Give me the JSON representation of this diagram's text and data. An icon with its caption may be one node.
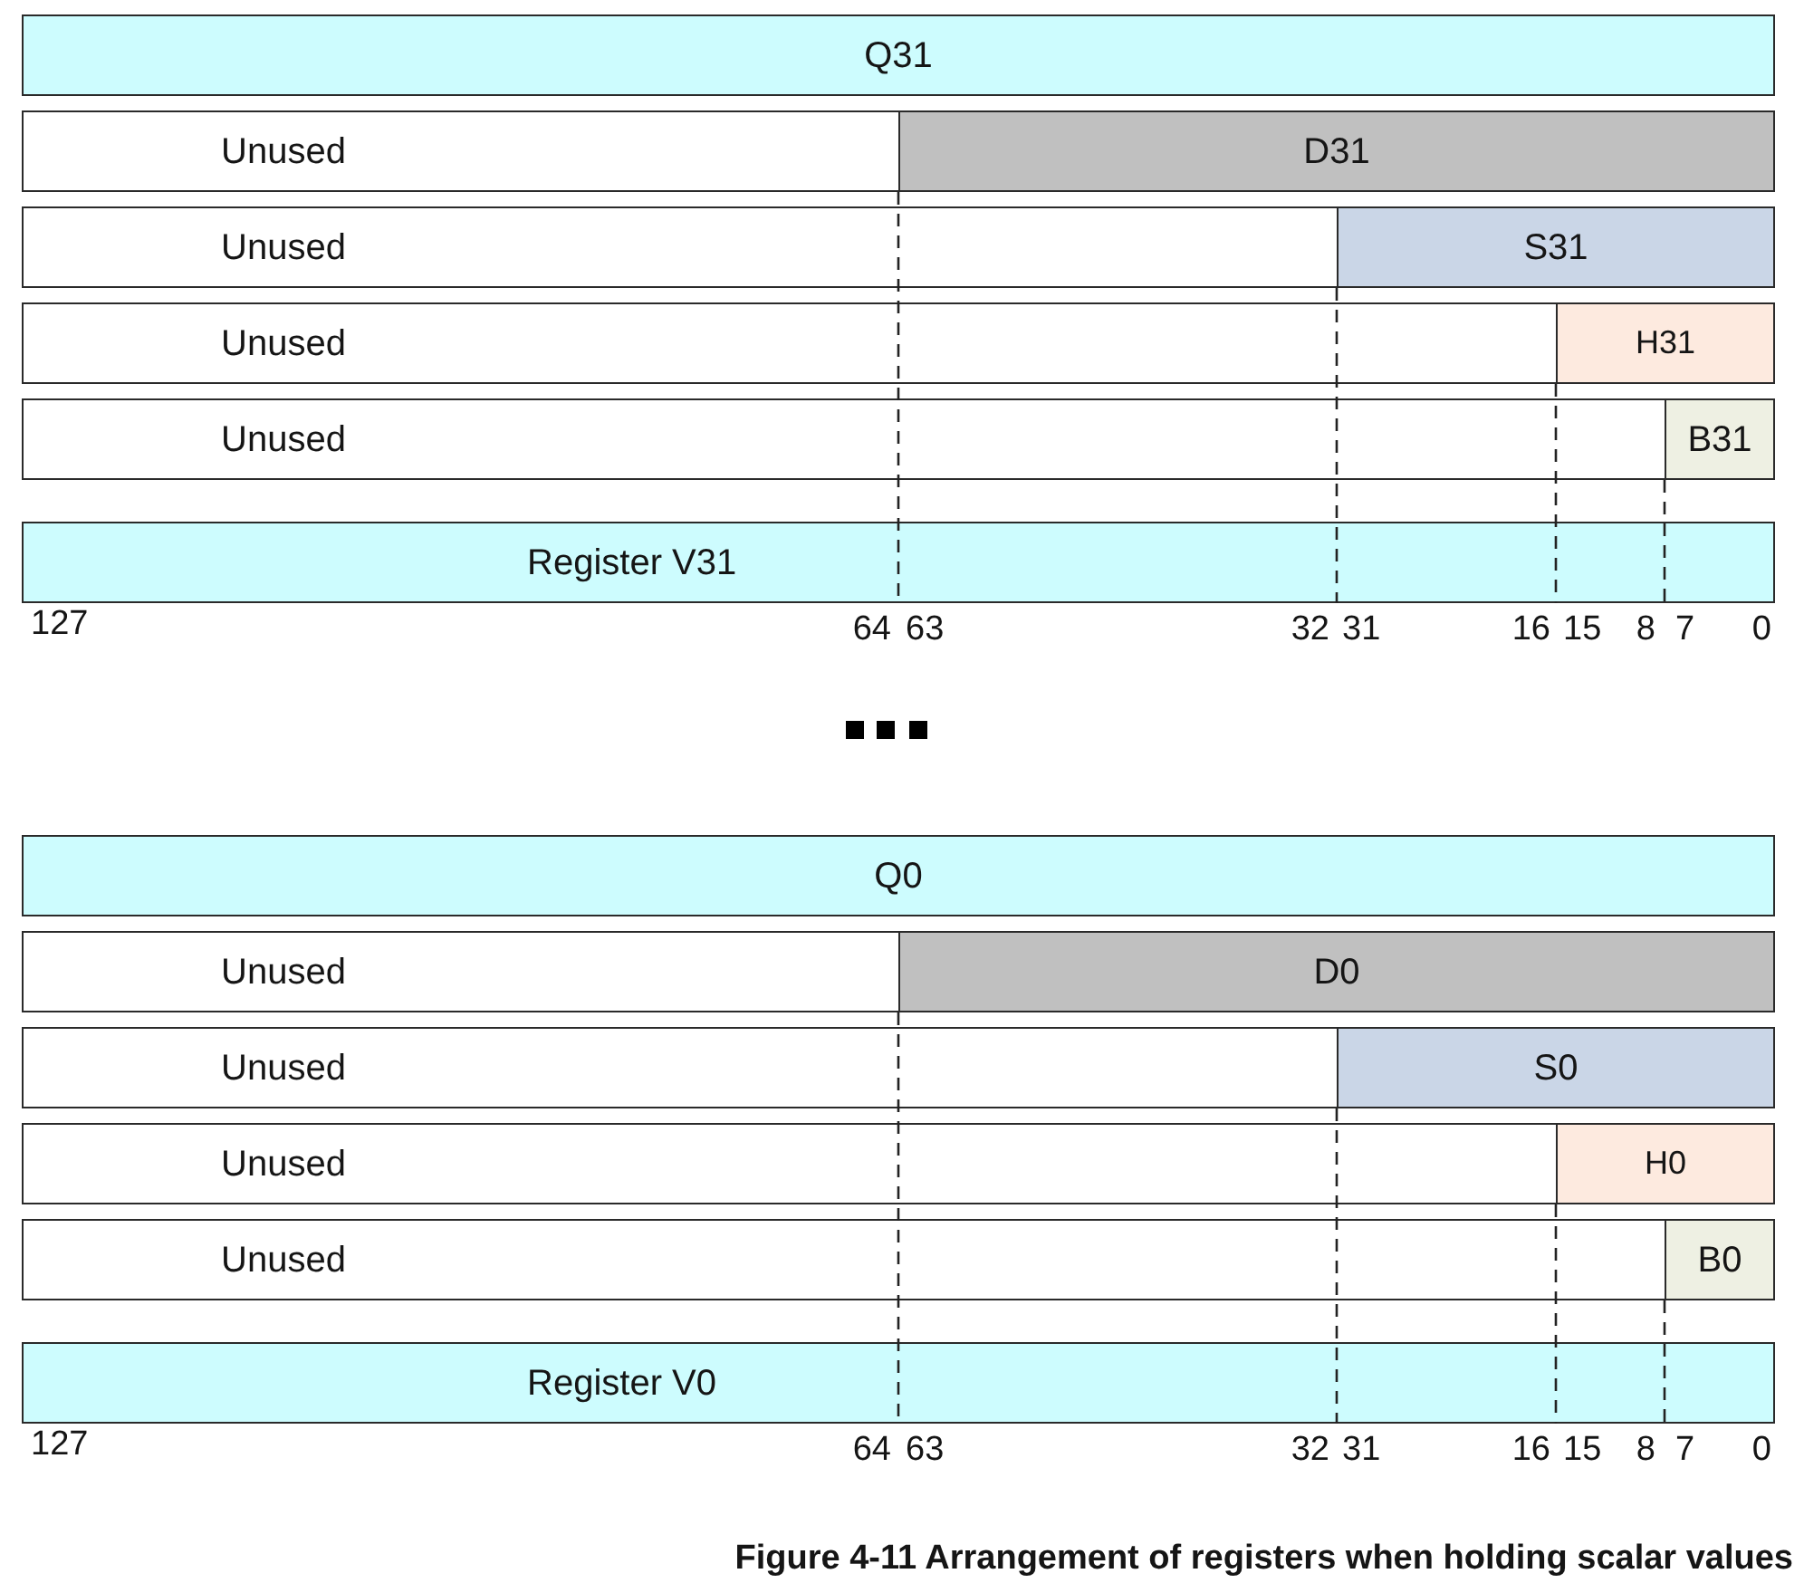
{
  "diagram": {
    "caption": "Figure 4-11 Arrangement of registers when holding scalar values",
    "nodes": [
      {
        "text": [
          "Q31"
        ]
      },
      {
        "text": [
          "Unused"
        ]
      },
      {
        "text": [
          "D31"
        ]
      },
      {
        "text": [
          "Unused"
        ]
      },
      {
        "text": [
          "S31"
        ]
      },
      {
        "text": [
          "Unused"
        ]
      },
      {
        "text": [
          "H31"
        ]
      },
      {
        "text": [
          "Unused"
        ]
      },
      {
        "text": [
          "B31"
        ]
      },
      {
        "text": [
          "Register V31"
        ]
      },
      {
        "text": [
          "Q0"
        ]
      },
      {
        "text": [
          "Unused"
        ]
      },
      {
        "text": [
          "D0"
        ]
      },
      {
        "text": [
          "Unused"
        ]
      },
      {
        "text": [
          "S0"
        ]
      },
      {
        "text": [
          "Unused"
        ]
      },
      {
        "text": [
          "H0"
        ]
      },
      {
        "text": [
          "Unused"
        ]
      },
      {
        "text": [
          "B0"
        ]
      },
      {
        "text": [
          "Register V0"
        ]
      }
    ],
    "labels": [
      "127",
      "64",
      "63",
      "32",
      "31",
      "16",
      "15",
      "8",
      "7",
      "0",
      "127",
      "64",
      "63",
      "32",
      "31",
      "16",
      "15",
      "8",
      "7",
      "0"
    ]
  }
}
